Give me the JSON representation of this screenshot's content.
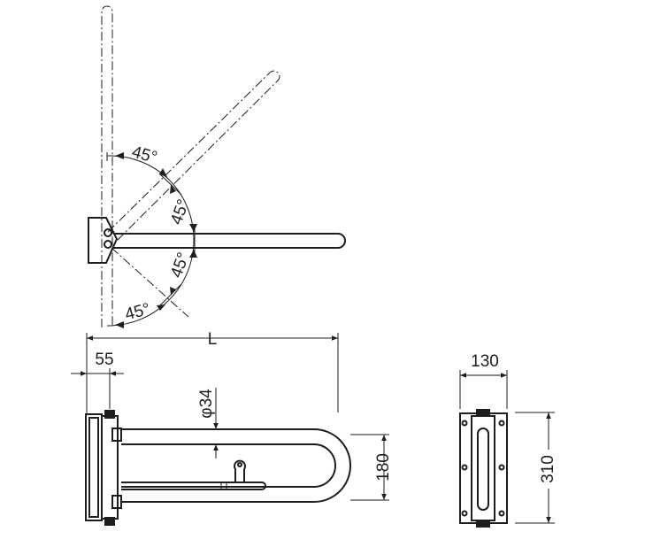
{
  "drawing": {
    "angles": [
      "45°",
      "45°",
      "45°",
      "45°"
    ],
    "length_label": "L",
    "offset_label": "55",
    "diameter_label": "φ34",
    "height_label": "180",
    "plate_width_label": "130",
    "plate_height_label": "310"
  }
}
